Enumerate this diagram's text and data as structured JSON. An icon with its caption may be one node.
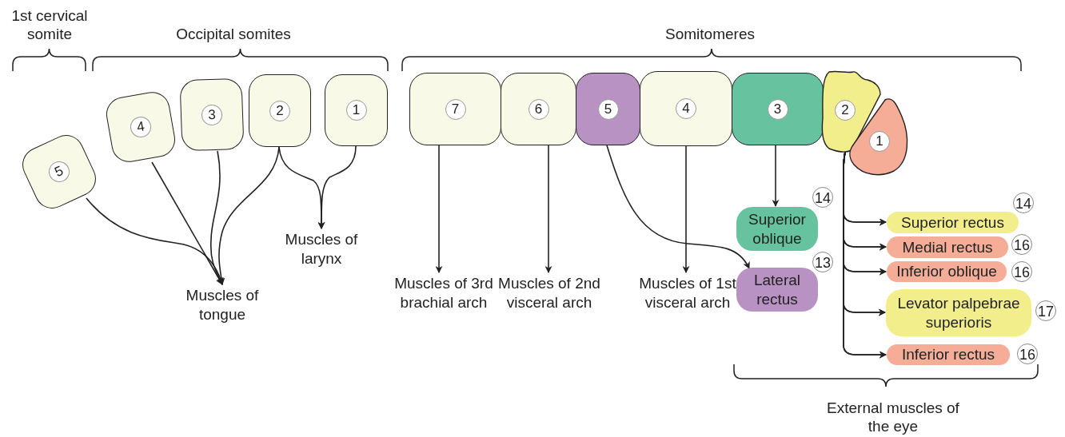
{
  "diagram": {
    "nodes": [
      {
        "text": [
          "5"
        ]
      },
      {
        "text": [
          "4"
        ]
      },
      {
        "text": [
          "3"
        ]
      },
      {
        "text": [
          "2"
        ]
      },
      {
        "text": [
          "1"
        ]
      },
      {
        "text": [
          "Muscles of tongue"
        ]
      },
      {
        "text": [
          "Muscles of larynx"
        ]
      },
      {
        "text": [
          "7"
        ]
      },
      {
        "text": [
          "6"
        ]
      },
      {
        "text": [
          "5"
        ]
      },
      {
        "text": [
          "4"
        ]
      },
      {
        "text": [
          "3"
        ]
      },
      {
        "text": [
          "2"
        ]
      },
      {
        "text": [
          "1"
        ]
      },
      {
        "text": [
          "Muscles of 3rd brachial arch"
        ]
      },
      {
        "text": [
          "Muscles of 2nd visceral arch"
        ]
      },
      {
        "text": [
          "Muscles of 1st visceral arch"
        ]
      },
      {
        "text": [
          "Superior oblique"
        ],
        "beside": [
          "14"
        ]
      },
      {
        "text": [
          "Lateral rectus"
        ],
        "beside": [
          "13"
        ]
      },
      {
        "text": [
          "Superior rectus"
        ],
        "beside": [
          "14"
        ]
      },
      {
        "text": [
          "Medial rectus"
        ],
        "beside": [
          "16"
        ]
      },
      {
        "text": [
          "Inferior oblique"
        ],
        "beside": [
          "16"
        ]
      },
      {
        "text": [
          "Levator palpebrae superioris"
        ],
        "beside": [
          "17"
        ]
      },
      {
        "text": [
          "Inferior rectus"
        ],
        "beside": [
          "16"
        ]
      }
    ],
    "edges": [
      {
        "from": 0,
        "to": 5,
        "arrow": "to"
      },
      {
        "from": 1,
        "to": 5,
        "arrow": "to"
      },
      {
        "from": 2,
        "to": 5,
        "arrow": "to"
      },
      {
        "from": 3,
        "to": 5,
        "arrow": "to"
      },
      {
        "from": 3,
        "to": 6,
        "arrow": "to"
      },
      {
        "from": 4,
        "to": 6,
        "arrow": "to"
      },
      {
        "from": 7,
        "to": 14,
        "arrow": "to"
      },
      {
        "from": 8,
        "to": 15,
        "arrow": "to"
      },
      {
        "from": 9,
        "to": 18,
        "arrow": "to"
      },
      {
        "from": 10,
        "to": 16,
        "arrow": "to"
      },
      {
        "from": 11,
        "to": 17,
        "arrow": "to"
      },
      {
        "from": 12,
        "to": 19,
        "arrow": "to"
      },
      {
        "from": 12,
        "to": 20,
        "arrow": "to"
      },
      {
        "from": 12,
        "to": 21,
        "arrow": "to"
      },
      {
        "from": 12,
        "to": 22,
        "arrow": "to"
      },
      {
        "from": 12,
        "to": 23,
        "arrow": "to"
      },
      {
        "from": 13,
        "to": 19,
        "arrow": "to"
      },
      {
        "from": 13,
        "to": 20,
        "arrow": "to"
      },
      {
        "from": 13,
        "to": 21,
        "arrow": "to"
      },
      {
        "from": 13,
        "to": 22,
        "arrow": "to"
      },
      {
        "from": 13,
        "to": 23,
        "arrow": "to"
      }
    ],
    "labels": [
      "1st cervical somite",
      "Occipital somites",
      "Somitomeres",
      "External muscles of the eye"
    ]
  }
}
